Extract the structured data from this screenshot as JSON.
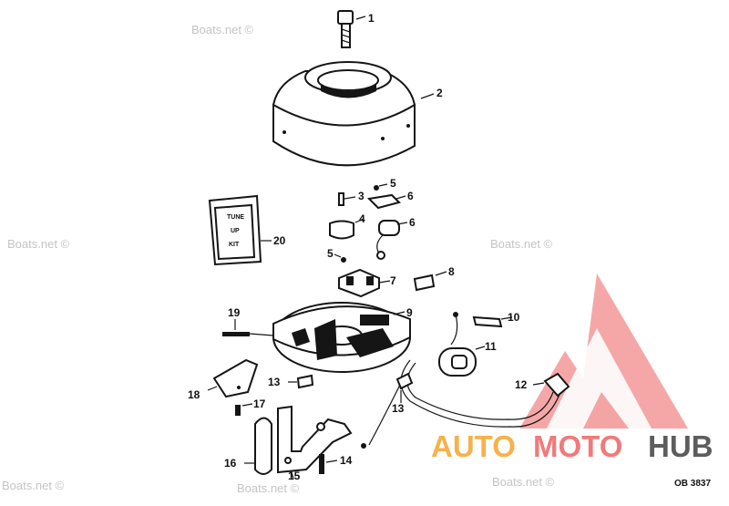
{
  "watermark": {
    "text": "Boats.net ©"
  },
  "parts": [
    {
      "number": "1"
    },
    {
      "number": "2"
    },
    {
      "number": "3"
    },
    {
      "number": "4"
    },
    {
      "number": "5"
    },
    {
      "number": "5"
    },
    {
      "number": "6"
    },
    {
      "number": "6"
    },
    {
      "number": "7"
    },
    {
      "number": "8"
    },
    {
      "number": "9"
    },
    {
      "number": "10"
    },
    {
      "number": "11"
    },
    {
      "number": "12"
    },
    {
      "number": "13"
    },
    {
      "number": "13"
    },
    {
      "number": "14"
    },
    {
      "number": "15"
    },
    {
      "number": "16"
    },
    {
      "number": "17"
    },
    {
      "number": "18"
    },
    {
      "number": "19"
    },
    {
      "number": "20"
    }
  ],
  "tune_up_kit": {
    "line1": "TUNE",
    "line2": "UP",
    "line3": "KIT"
  },
  "drawing_code": "OB 3837",
  "logo": {
    "part1": "AUTO",
    "part2": "MOTO",
    "part3": "HUB",
    "colors": {
      "auto": "#f6b24a",
      "moto": "#f07a7a",
      "hub": "#5d5d5d",
      "triangle": "#f28c8c"
    }
  }
}
